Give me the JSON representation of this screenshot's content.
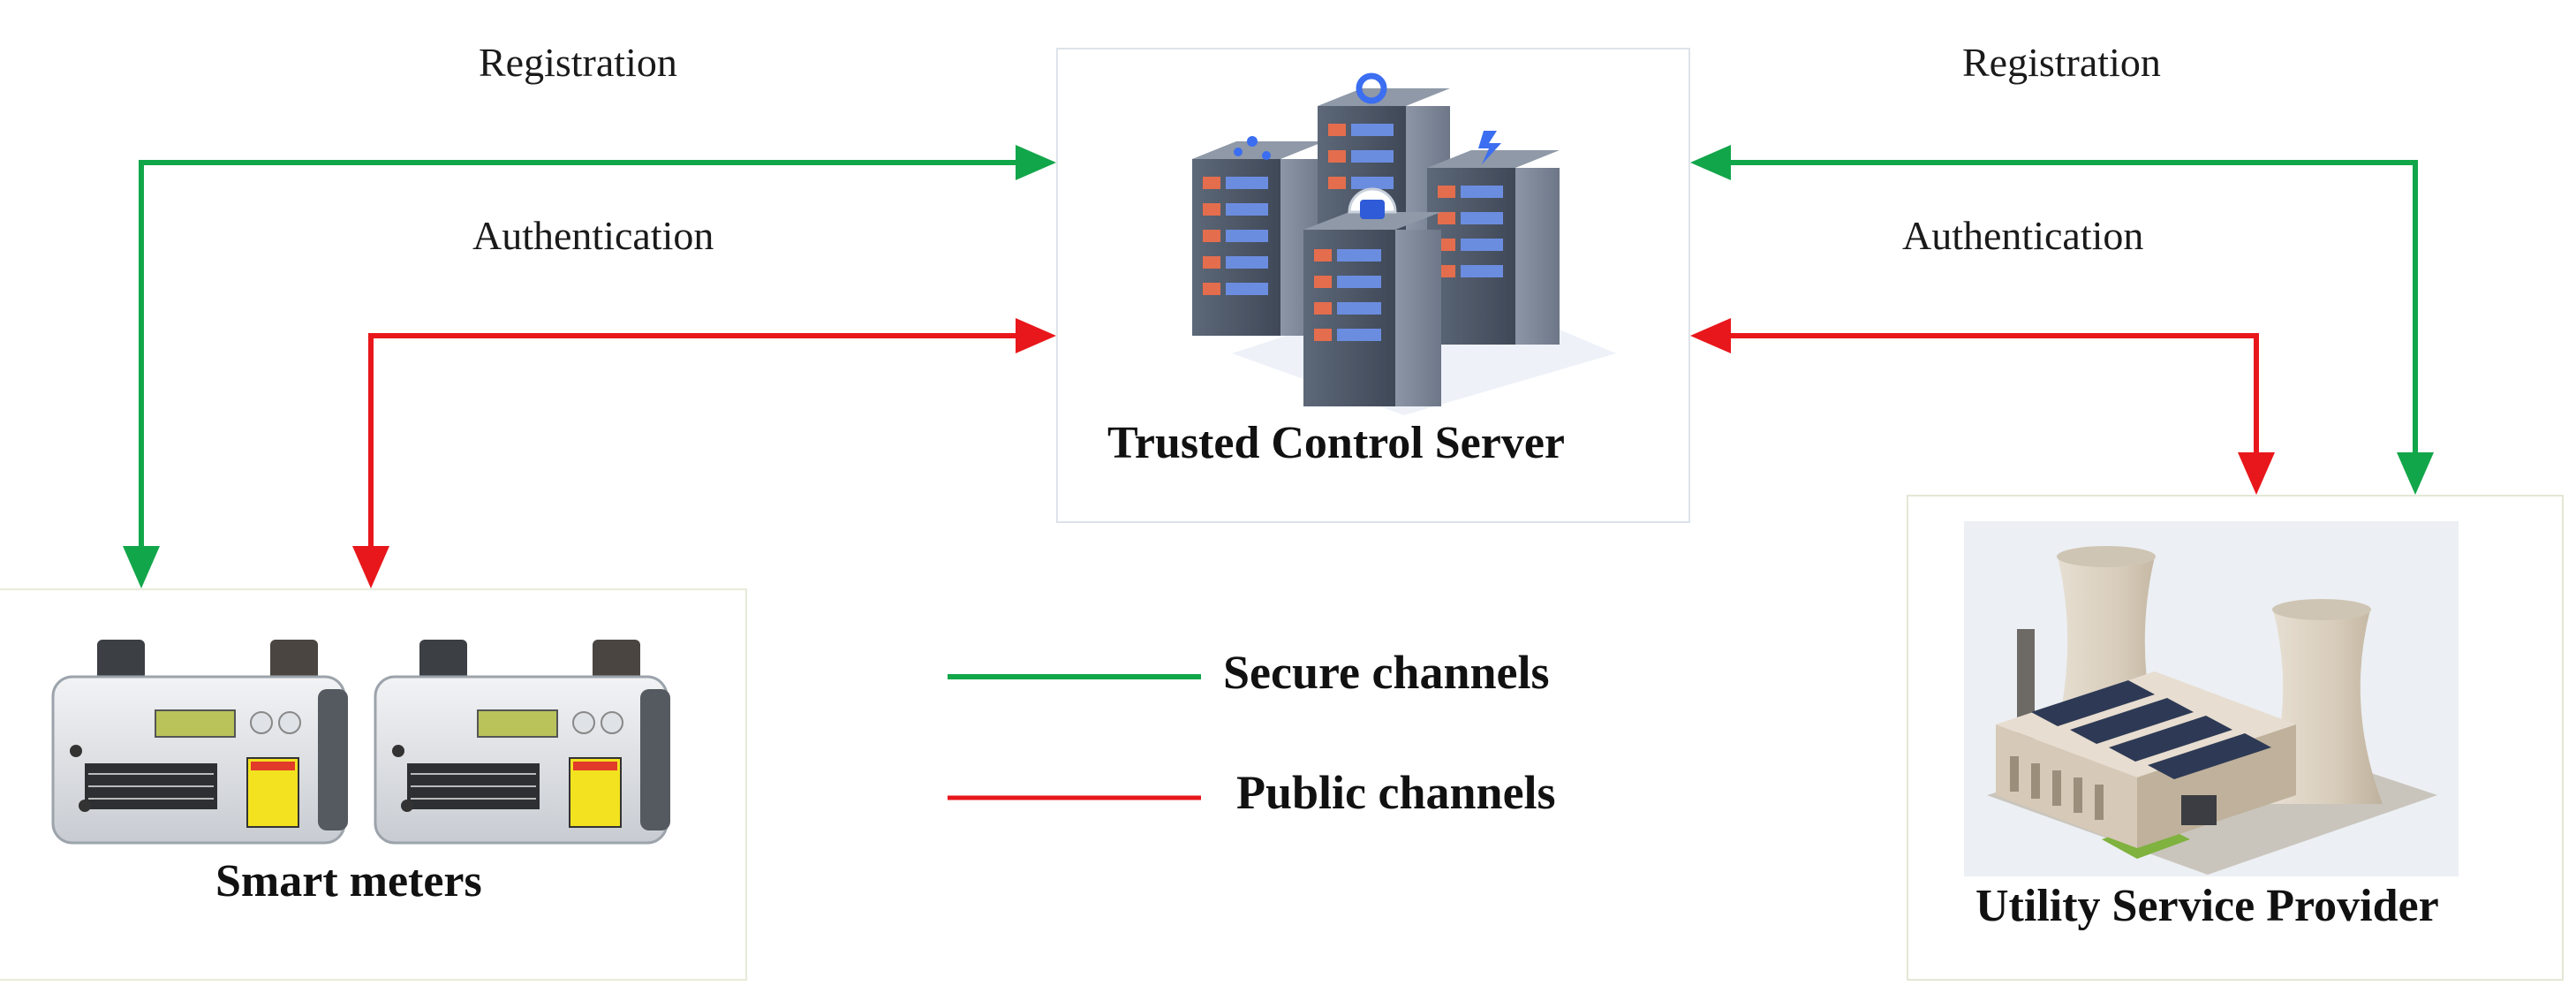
{
  "nodes": {
    "server": {
      "label": "Trusted Control Server"
    },
    "meters": {
      "label": "Smart meters"
    },
    "utility": {
      "label": "Utility Service Provider"
    }
  },
  "edges": {
    "left_secure": "Registration",
    "left_public": "Authentication",
    "right_secure": "Registration",
    "right_public": "Authentication"
  },
  "legend": {
    "secure": {
      "label": "Secure channels",
      "color": "#12a64a"
    },
    "public": {
      "label": "Public channels",
      "color": "#e8171b"
    }
  }
}
